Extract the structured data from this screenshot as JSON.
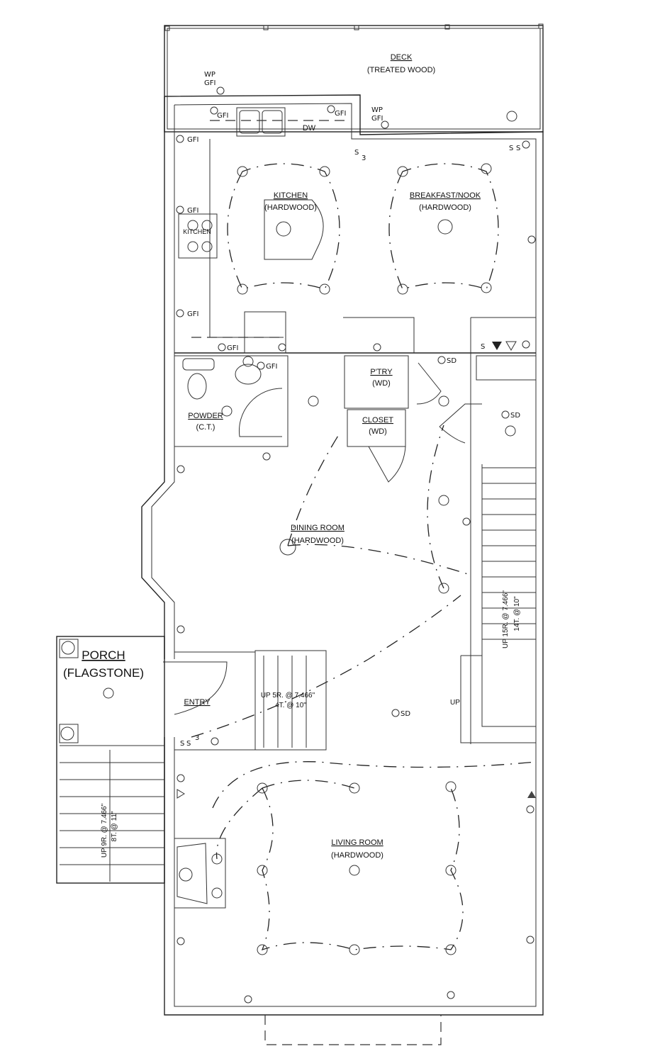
{
  "plan": {
    "rooms": [
      {
        "name": "DECK",
        "floor": "(TREATED WOOD)"
      },
      {
        "name": "KITCHEN",
        "floor": "(HARDWOOD)"
      },
      {
        "name": "BREAKFAST/NOOK",
        "floor": "(HARDWOOD)"
      },
      {
        "name": "POWDER",
        "floor": "(C.T.)"
      },
      {
        "name": "P'TRY",
        "floor": "(WD)"
      },
      {
        "name": "CLOSET",
        "floor": "(WD)"
      },
      {
        "name": "DINING ROOM",
        "floor": "(HARDWOOD)"
      },
      {
        "name": "PORCH",
        "floor": "(FLAGSTONE)"
      },
      {
        "name": "ENTRY",
        "floor": ""
      },
      {
        "name": "LIVING ROOM",
        "floor": "(HARDWOOD)"
      }
    ],
    "appliances": {
      "range": "KITCHEN",
      "dishwasher": "DW"
    },
    "stairs": {
      "main": [
        "UP 15R. @ 7.466\"",
        "14T. @ 10\""
      ],
      "entry": [
        "UP 5R. @ 7.466\"",
        "4T. @ 10\""
      ],
      "porch": [
        "UP 9R. @ 7.466\"",
        "8T. @ 11\""
      ],
      "landing_up": "UP"
    },
    "symbols": {
      "gfi": "GFI",
      "wp": "WP",
      "smoke_detector": "SD",
      "switch": "S",
      "three_way": "3"
    }
  }
}
